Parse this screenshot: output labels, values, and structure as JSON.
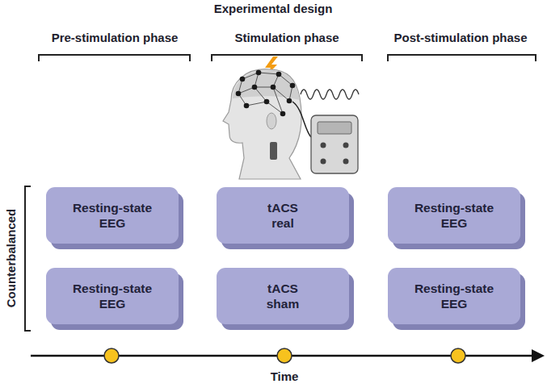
{
  "diagram": {
    "title": "Experimental design",
    "nodes": [
      {
        "text": [
          "Resting-state EEG"
        ]
      },
      {
        "text": [
          "tACS real"
        ]
      },
      {
        "text": [
          "Resting-state EEG"
        ]
      },
      {
        "text": [
          "Resting-state EEG"
        ]
      },
      {
        "text": [
          "tACS sham"
        ]
      },
      {
        "text": [
          "Resting-state EEG"
        ]
      }
    ],
    "labels": [
      "Pre-stimulation phase",
      "Stimulation phase",
      "Post-stimulation phase",
      "Counterbalanced",
      "Time"
    ]
  }
}
